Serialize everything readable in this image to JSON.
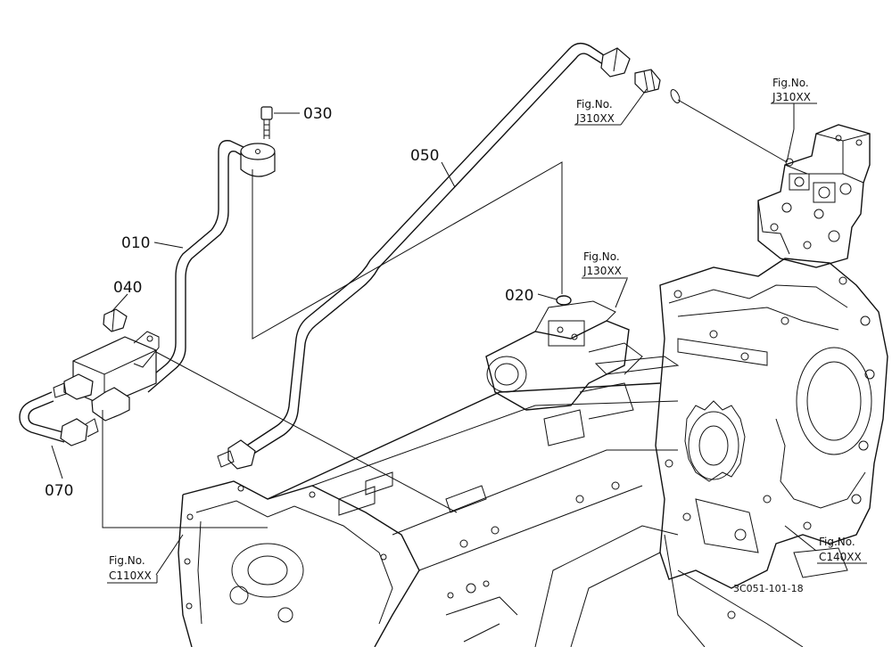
{
  "part_labels": {
    "p010": "010",
    "p020": "020",
    "p030": "030",
    "p040": "040",
    "p050": "050",
    "p070": "070"
  },
  "figure_refs": {
    "ref_j310_left": {
      "title": "Fig.No.",
      "code": "J310XX"
    },
    "ref_j310_right": {
      "title": "Fig.No.",
      "code": "J310XX"
    },
    "ref_j130": {
      "title": "Fig.No.",
      "code": "J130XX"
    },
    "ref_c110": {
      "title": "Fig.No.",
      "code": "C110XX"
    },
    "ref_c140": {
      "title": "Fig.No.",
      "code": "C140XX"
    }
  },
  "drawing_code": "3C051-101-18"
}
